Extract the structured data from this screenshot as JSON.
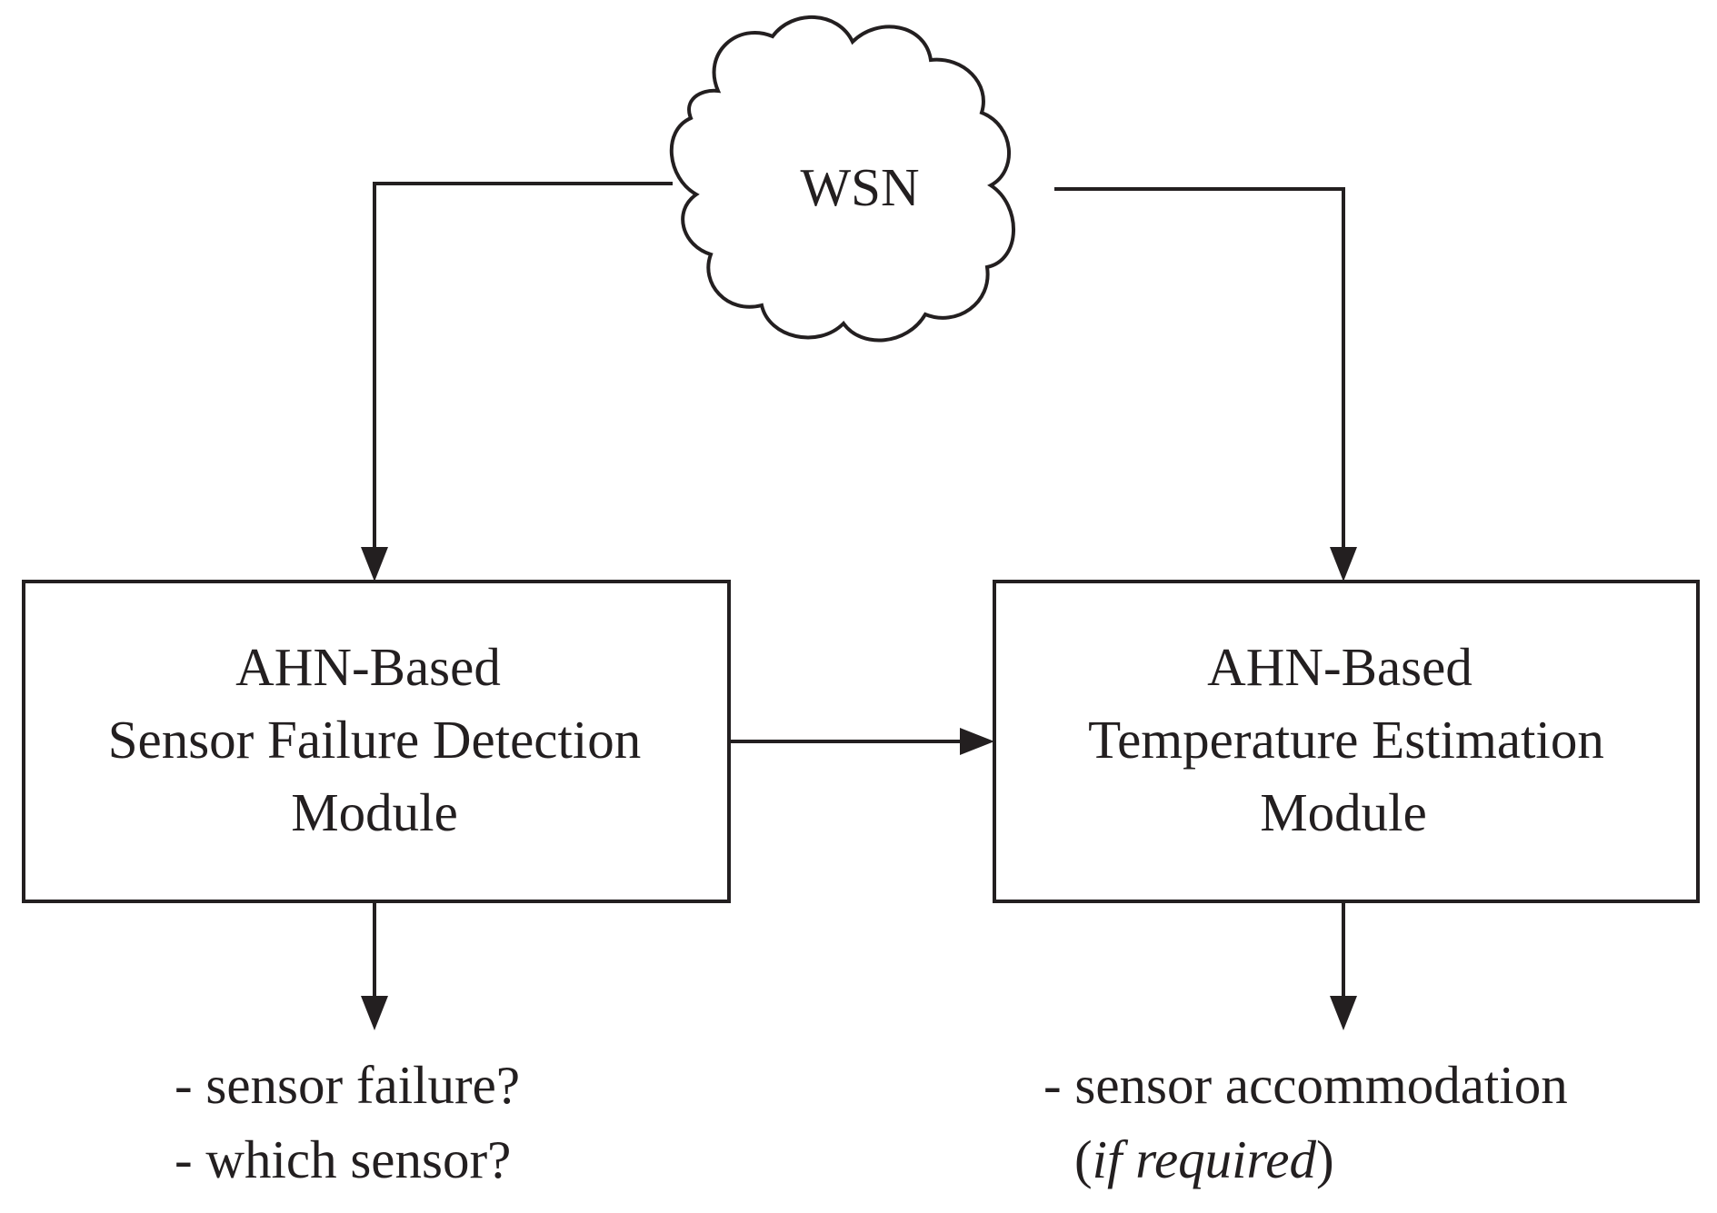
{
  "source": {
    "label": "WSN"
  },
  "detection_module": {
    "line1": "AHN-Based",
    "line2": "Sensor Failure Detection",
    "line3": "Module"
  },
  "estimation_module": {
    "line1": "AHN-Based",
    "line2": "Temperature Estimation",
    "line3": "Module"
  },
  "detection_outputs": {
    "line1": "- sensor failure?",
    "line2": "- which sensor?"
  },
  "estimation_outputs": {
    "line1": "- sensor accommodation",
    "line2_open": "(",
    "line2_italic": "if required",
    "line2_close": ")"
  },
  "colors": {
    "ink": "#231f20",
    "background": "#ffffff"
  }
}
